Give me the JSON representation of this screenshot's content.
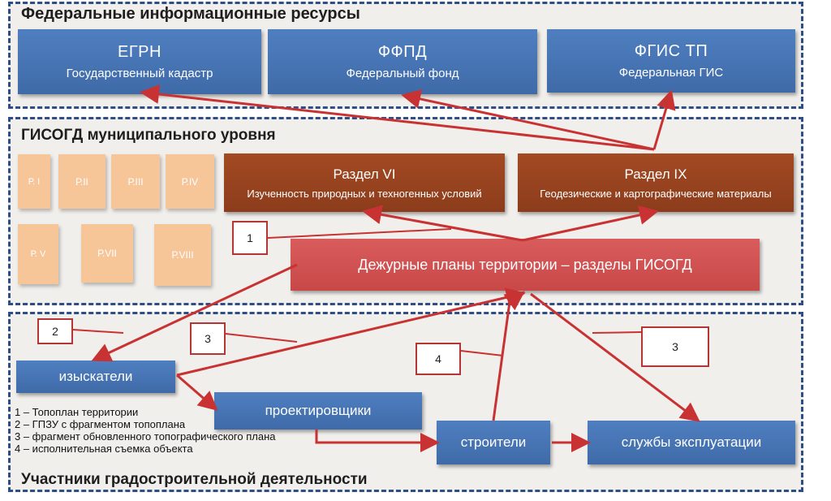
{
  "federal": {
    "title": "Федеральные информационные ресурсы",
    "egrn": {
      "name": "ЕГРН",
      "desc": "Государственный кадастр"
    },
    "ffpd": {
      "name": "ФФПД",
      "desc": "Федеральный фонд"
    },
    "fgis": {
      "name": "ФГИС ТП",
      "desc": "Федеральная ГИС"
    }
  },
  "gisogd": {
    "title": "ГИСОГД муниципального уровня",
    "sections": [
      "Р. I",
      "Р.II",
      "Р.III",
      "Р.IV",
      "Р. V",
      "Р.VII",
      "Р.VIII"
    ],
    "razdel6": {
      "name": "Раздел VI",
      "desc": "Изученность природных и техногенных условий"
    },
    "razdel9": {
      "name": "Раздел IX",
      "desc": "Геодезические и картографические материалы"
    },
    "duty_plans": "Дежурные планы территории – разделы ГИСОГД"
  },
  "participants": {
    "title": "Участники градостроительной деятельности",
    "surveyors": "изыскатели",
    "designers": "проектировщики",
    "builders": "строители",
    "operators": "службы эксплуатации"
  },
  "callouts": {
    "c1": "1",
    "c2": "2",
    "c3a": "3",
    "c3b": "3",
    "c4": "4"
  },
  "legend": [
    "1 – Топоплан территории",
    "2 – ГПЗУ с фрагментом топоплана",
    "3 – фрагмент обновленного топографического плана",
    "4 – исполнительная съемка объекта"
  ],
  "colors": {
    "arrow": "#c83232",
    "blue_box": "#4a77b8",
    "brown_box": "#963f1d",
    "red_box": "#cf5050",
    "tan_box": "#f6c698",
    "frame": "#2f4d87"
  }
}
